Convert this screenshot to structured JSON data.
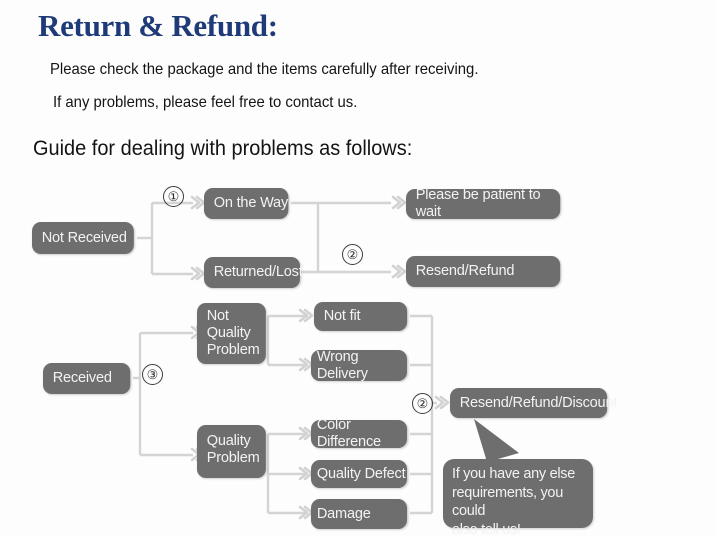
{
  "header": {
    "title": "Return & Refund:",
    "line1": "Please check the package and the items carefully after receiving.",
    "line2": "If any problems, please feel free to contact us.",
    "guide": "Guide for dealing with problems as follows:"
  },
  "colors": {
    "title": "#1f3a78",
    "node_fill": "#6e6e6e",
    "node_text": "#f3f3f3",
    "body_text": "#141414",
    "connector": "#cfcfcf",
    "background": "#fdfdfd"
  },
  "flow": {
    "nodes": {
      "not_received": "Not Received",
      "on_the_way": "On the Way",
      "returned_lost": "Returned/Lost",
      "please_be_patient": "Please be patient to wait",
      "resend_refund": "Resend/Refund",
      "received": "Received",
      "not_quality_problem_l1": "Not",
      "not_quality_problem_l2": "Quality",
      "not_quality_problem_l3": "Problem",
      "quality_problem_l1": "Quality",
      "quality_problem_l2": "Problem",
      "not_fit": "Not fit",
      "wrong_delivery": "Wrong Delivery",
      "color_difference": "Color Difference",
      "quality_defect": "Quality Defect",
      "damage": "Damage",
      "resend_refund_discount": "Resend/Refund/Discount"
    },
    "markers": {
      "one": "①",
      "two_top": "②",
      "three": "③",
      "two_bottom": "②"
    },
    "bubble": {
      "line1": "If you have any else",
      "line2": "requirements, you could",
      "line3": "also tell us!"
    }
  }
}
